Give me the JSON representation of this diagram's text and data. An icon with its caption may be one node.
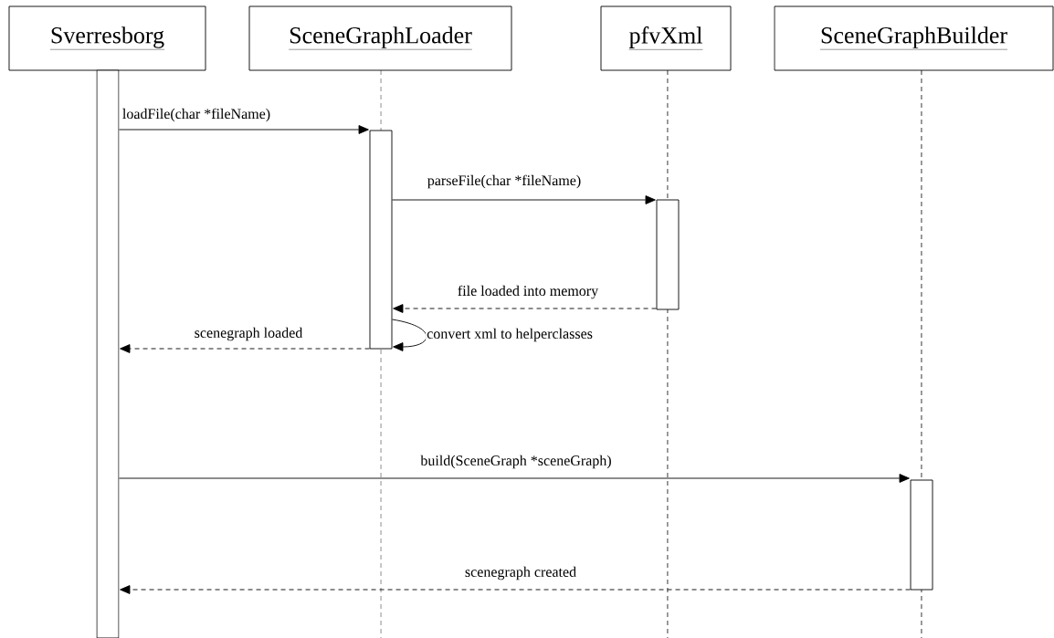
{
  "diagram": {
    "nodes": [
      {
        "text": [
          "Sverresborg"
        ]
      },
      {
        "text": [
          "SceneGraphLoader"
        ]
      },
      {
        "text": [
          "pfvXml"
        ]
      },
      {
        "text": [
          "SceneGraphBuilder"
        ]
      },
      {
        "text": [],
        "shape": "bar"
      },
      {
        "text": [],
        "shape": "bar"
      },
      {
        "text": [],
        "shape": "bar"
      },
      {
        "text": [],
        "shape": "bar"
      }
    ],
    "edges": [
      {
        "from": 4,
        "to": 5,
        "arrow": "to",
        "label": "loadFile(char *fileName)"
      },
      {
        "from": 5,
        "to": 6,
        "arrow": "to",
        "label": "parseFile(char *fileName)"
      },
      {
        "from": 6,
        "to": 5,
        "arrow": "to",
        "label": "file loaded into memory",
        "style": "dashed"
      },
      {
        "from": 5,
        "to": 5,
        "arrow": "to",
        "label": "convert xml to helperclasses"
      },
      {
        "from": 5,
        "to": 4,
        "arrow": "to",
        "label": "scenegraph loaded",
        "style": "dashed"
      },
      {
        "from": 4,
        "to": 7,
        "arrow": "to",
        "label": "build(SceneGraph *sceneGraph)"
      },
      {
        "from": 7,
        "to": 4,
        "arrow": "to",
        "label": "scenegraph created",
        "style": "dashed"
      }
    ]
  }
}
